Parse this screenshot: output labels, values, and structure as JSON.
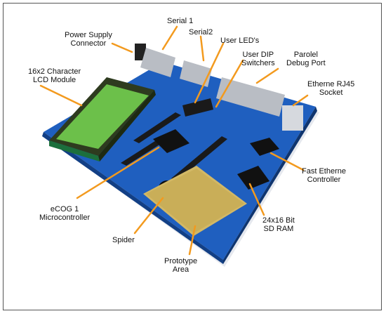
{
  "labels": {
    "power": {
      "l1": "Power Supply",
      "l2": "Connector"
    },
    "serial1": {
      "l1": "Serial 1"
    },
    "serial2": {
      "l1": "Serial2"
    },
    "userled": {
      "l1": "User LED's"
    },
    "userdip": {
      "l1": "User DIP",
      "l2": "Switchers"
    },
    "parallel": {
      "l1": "Parolel",
      "l2": "Debug Port"
    },
    "lcd": {
      "l1": "16x2 Character",
      "l2": "LCD Module"
    },
    "eth_rj45": {
      "l1": "Etherne RJ45",
      "l2": "Socket"
    },
    "fast_eth": {
      "l1": "Fast Etherne",
      "l2": "Controller"
    },
    "ecog": {
      "l1": "eCOG 1",
      "l2": "Microcontroller"
    },
    "ram": {
      "l1": "24x16 Bit",
      "l2": "SD RAM"
    },
    "spider": {
      "l1": "Spider"
    },
    "prototype": {
      "l1": "Prototype",
      "l2": "Area"
    }
  },
  "colors": {
    "board": "#1f5fbf",
    "board_dark": "#123f85",
    "lcd_green": "#6cc04a",
    "callout": "#f39a1e",
    "frame": "#555555"
  }
}
